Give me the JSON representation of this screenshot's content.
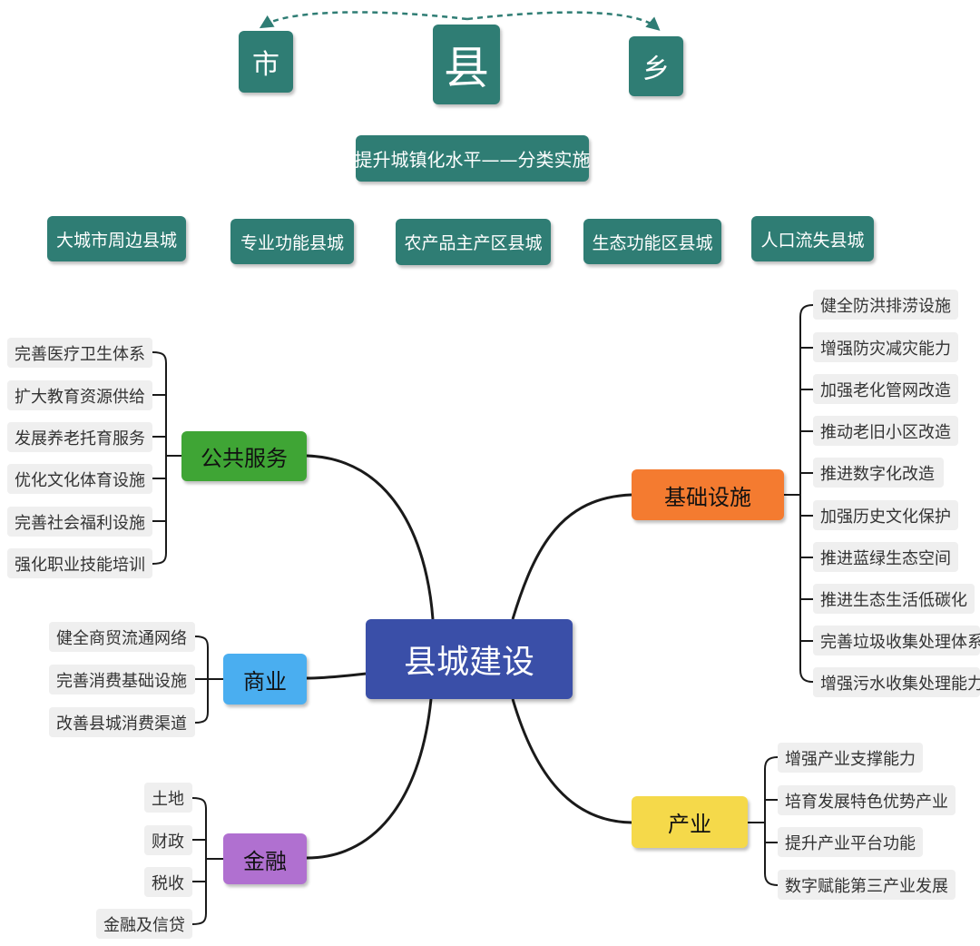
{
  "top": {
    "city": "市",
    "county": "县",
    "township": "乡",
    "subtitle": "提升城镇化水平——分类实施",
    "categories": [
      "大城市周边县城",
      "专业功能县城",
      "农产品主产区县城",
      "生态功能区县城",
      "人口流失县城"
    ]
  },
  "center": "县城建设",
  "branches": {
    "public_service": {
      "label": "公共服务",
      "color": "#3fa535",
      "items": [
        "完善医疗卫生体系",
        "扩大教育资源供给",
        "发展养老托育服务",
        "优化文化体育设施",
        "完善社会福利设施",
        "强化职业技能培训"
      ]
    },
    "commerce": {
      "label": "商业",
      "color": "#4aaef0",
      "items": [
        "健全商贸流通网络",
        "完善消费基础设施",
        "改善县城消费渠道"
      ]
    },
    "finance": {
      "label": "金融",
      "color": "#b070d0",
      "items": [
        "土地",
        "财政",
        "税收",
        "金融及信贷"
      ]
    },
    "infrastructure": {
      "label": "基础设施",
      "color": "#f47b30",
      "items": [
        "健全防洪排涝设施",
        "增强防灾减灾能力",
        "加强老化管网改造",
        "推动老旧小区改造",
        "推进数字化改造",
        "加强历史文化保护",
        "推进蓝绿生态空间",
        "推进生态生活低碳化",
        "完善垃圾收集处理体系",
        "增强污水收集处理能力"
      ]
    },
    "industry": {
      "label": "产业",
      "color": "#f5d94a",
      "items": [
        "增强产业支撑能力",
        "培育发展特色优势产业",
        "提升产业平台功能",
        "数字赋能第三产业发展"
      ]
    }
  },
  "colors": {
    "teal": "#2f7d74",
    "center": "#3a4fa8",
    "leaf_bg": "#efefef",
    "line": "#1a1a1a"
  }
}
